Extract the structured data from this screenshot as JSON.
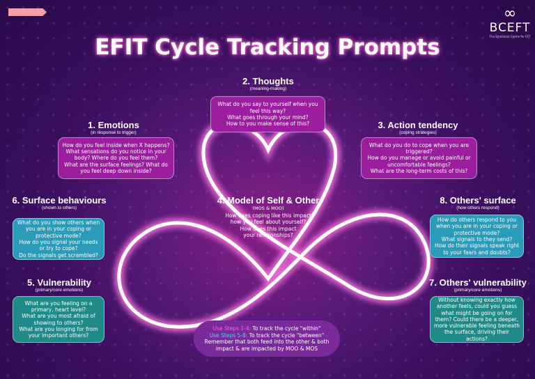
{
  "title": "EFIT Cycle Tracking Prompts",
  "logo_right": {
    "brand": "BCEFT",
    "tagline": "The Emotional Centre for EFT"
  },
  "colors": {
    "magenta_box": "#9a1e9e",
    "blue_box": "#2a9bb9",
    "teal_box": "#1f8a88",
    "background": "#3a0f5e"
  },
  "steps": [
    {
      "heading": "1. Emotions",
      "sub": "(in response to trigger)",
      "text": "How do you feel inside when X happens?\nWhat sensations do you notice in your body? Where do you feel them?\nWhat are the surface feelings? What do you feel deep down inside?"
    },
    {
      "heading": "2. Thoughts",
      "sub": "(meaning-making)",
      "text": "What do you say to yourself when you feel this way?\nWhat goes through your mind?\nHow to you make sense of this?"
    },
    {
      "heading": "3. Action tendency",
      "sub": "(coping strategies)",
      "text": "What do you do to cope when you are triggered?\nHow do you manage or avoid painful or uncomfortable feelings?\nWhat are the long-term costs of this?"
    },
    {
      "heading": "4. Model of Self & Other",
      "sub": "(MOS & MOO)",
      "text": "How does coping like this impact\nhow you feel about yourself?\nHow does this impact\nyour relationships?"
    },
    {
      "heading": "5. Vulnerability",
      "sub": "(primary/core emotions)",
      "text": "What are you feeling on a primary, heart level?\nWhat are you most afraid of showing to others?\nWhat are you longing for from your important others?"
    },
    {
      "heading": "6. Surface behaviours",
      "sub": "(shown to others)",
      "text": "What do you show others when you are in your coping or protective mode?\nHow do you signal your needs or try to cope?\nDo the signals get scrambled?"
    },
    {
      "heading": "7. Others' vulnerability",
      "sub": "(primary/core emotions)",
      "text": "Without knowing exactly how another feels, could you guess what might be going on for them? Could there be a deeper, more vulnerable feeling beneath the surface, driving their actions?"
    },
    {
      "heading": "8. Others' surface",
      "sub": "(how others respond)",
      "text": "How do others respond to you when you are in your coping or protective mode?\nWhat signals to they send?\nHow do their signals speak right to your fears and doubts?"
    }
  ],
  "note": {
    "label1": "Use Steps 1-4:",
    "text1": " To track the cycle \"within\"",
    "label2": "Use Steps 5-8:",
    "text2": " To track the cycle \"between\"",
    "text3": "Remember that both feed into the other & both impact & are impacted by MOO & MOS"
  }
}
